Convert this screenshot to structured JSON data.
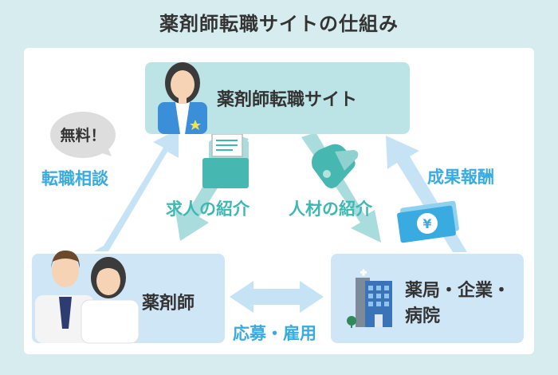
{
  "title": "薬剤師転職サイトの仕組み",
  "nodes": {
    "site": "薬剤師転職サイト",
    "pharmacist": "薬剤師",
    "employer_line1": "薬局・企業・",
    "employer_line2": "病院"
  },
  "flows": {
    "consultation": "転職相談",
    "job_intro": "求人の紹介",
    "talent_intro": "人材の紹介",
    "success_fee": "成果報酬",
    "application": "応募・雇用"
  },
  "bubble": "無料！",
  "colors": {
    "background": "#d6ecee",
    "site_box": "#bce4e6",
    "party_box": "#cfe6f7",
    "teal_text": "#3db8b3",
    "blue_text": "#3aabe0",
    "arrow_blue": "#c6e3f6",
    "arrow_teal": "#a9dcdc"
  },
  "icons": [
    "consultant-woman-icon",
    "folder-document-icon",
    "handshake-icon",
    "yen-banknote-icon",
    "doctors-couple-icon",
    "hospital-building-icon"
  ]
}
